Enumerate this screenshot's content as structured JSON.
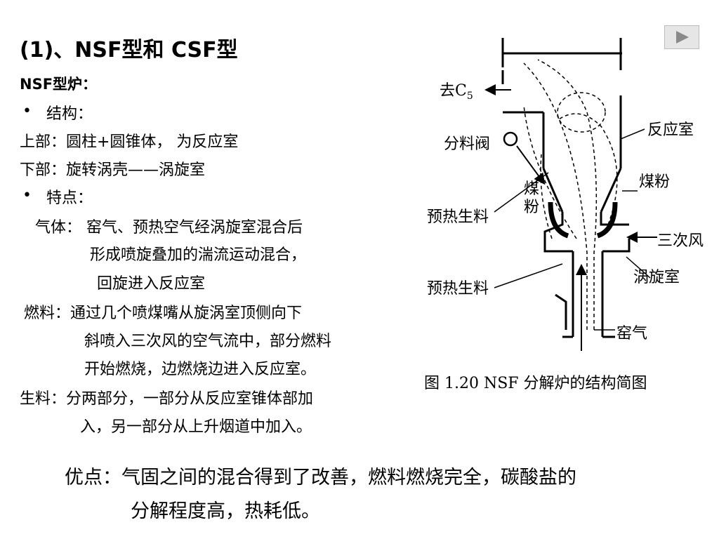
{
  "title": "(1)、NSF型和 CSF型",
  "subtitle": "NSF型炉：",
  "lines": {
    "structure_bullet": "结构：",
    "upper": "上部：圆柱+圆锥体， 为反应室",
    "lower": "下部：旋转涡壳——涡旋室",
    "feature_bullet": "特点：",
    "gas_1": "气体： 窑气、预热空气经涡旋室混合后",
    "gas_2": "形成喷旋叠加的湍流运动混合，",
    "gas_3": "回旋进入反应室",
    "fuel_1": "燃料：通过几个喷煤嘴从旋涡室顶侧向下",
    "fuel_2": "斜喷入三次风的空气流中，部分燃料",
    "fuel_3": "开始燃烧，边燃烧边进入反应室。",
    "raw_1": "生料：分两部分，一部分从反应室锥体部加",
    "raw_2": "入，另一部分从上升烟道中加入。"
  },
  "bottom": {
    "line1": "优点：气固之间的混合得到了改善，燃料燃烧完全，碳酸盐的",
    "line2": "分解程度高，热耗低。"
  },
  "figure": {
    "labels": {
      "to_c5": "去C",
      "c5_sub": "5",
      "reaction_chamber": "反应室",
      "valve": "分料阀",
      "coal_powder_right": "煤粉",
      "coal_powder_left_1": "煤",
      "coal_powder_left_2": "粉",
      "preheat_raw_1": "预热生料",
      "tertiary_air": "三次风",
      "swirl_chamber": "涡旋室",
      "preheat_raw_2": "预热生料",
      "kiln_gas": "窑气"
    },
    "caption": "图 1.20   NSF 分解炉的结构简图"
  },
  "nav": {
    "next_icon": "play-triangle-icon"
  }
}
